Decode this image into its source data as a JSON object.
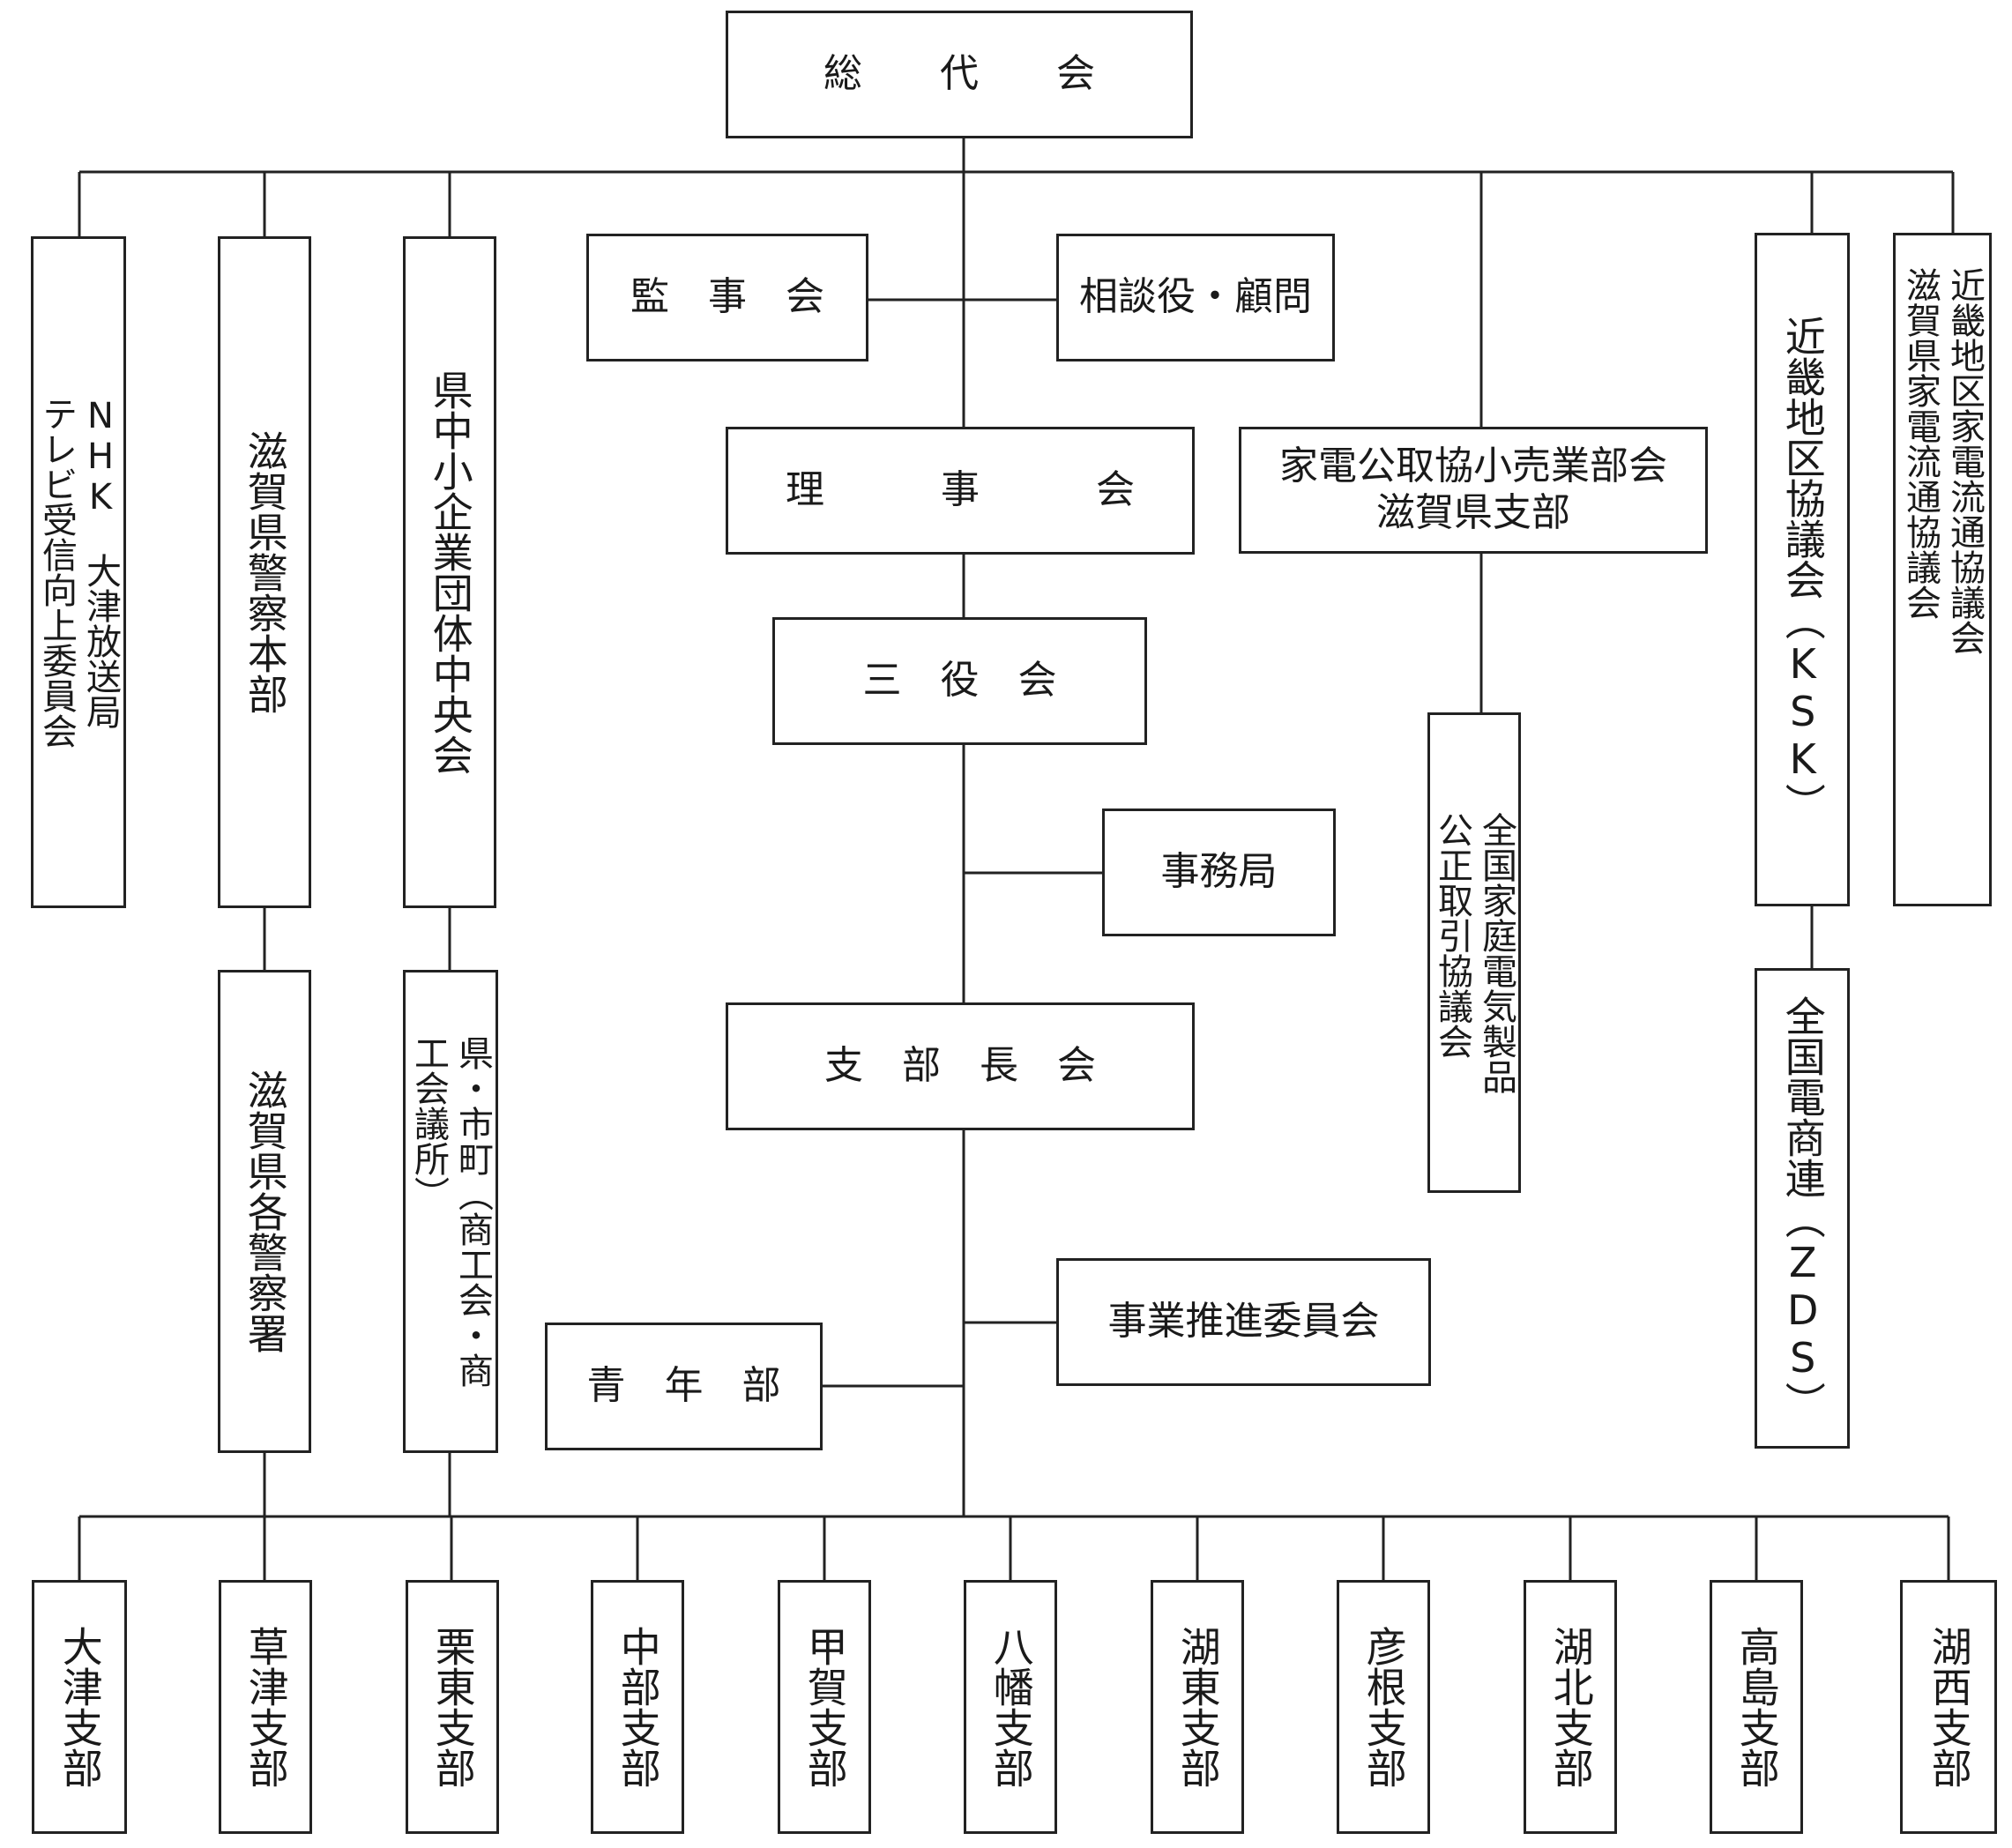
{
  "diagram": {
    "nodes": {
      "soudaikai": "総　　代　　会",
      "kanjikai": "監　事　会",
      "soudanyaku": "相談役・顧問",
      "rijikai": "理　　　事　　　会",
      "sanyakukai": "三　役　会",
      "jimukyoku": "事務局",
      "shibuchokai": "支　部　長　会",
      "jigyo_suishin": "事業推進委員会",
      "seinenbu": "青　年　部",
      "nhk": "NHK　大津放送局\nテレビ受信向上委員会",
      "keisatsu_honbu": "滋賀県警察本部",
      "keisatsusho": "滋賀県各警察署",
      "chuokai": "県中小企業団体中央会",
      "shoko": "県・市町（商工会・商\n工会議所）",
      "kouseitorihiki": "家電公取協小売業部会\n滋賀県支部",
      "zenkoku_kotei": "全国家庭電気製品\n公正取引協議会",
      "kinki_ksk": "近畿地区協議会（KSK）",
      "zds": "全国電商連（ZDS）",
      "kinki_ryutsu": "近畿地区家電流通協議会\n滋賀県家電流通協議会"
    },
    "branches": [
      "大津支部",
      "草津支部",
      "栗東支部",
      "中部支部",
      "甲賀支部",
      "八幡支部",
      "湖東支部",
      "彦根支部",
      "湖北支部",
      "高島支部",
      "湖西支部"
    ]
  }
}
